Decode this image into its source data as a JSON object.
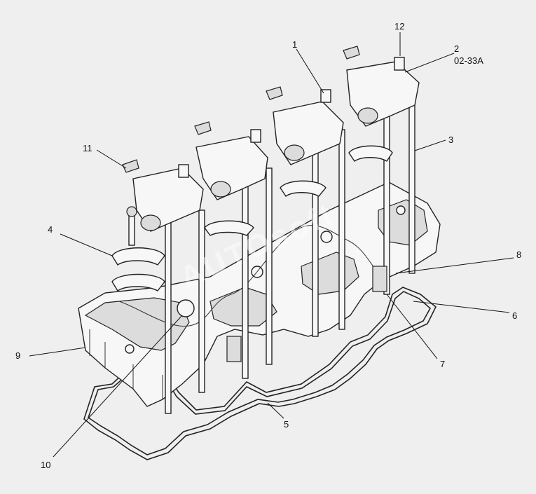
{
  "diagram": {
    "watermark": "AUTOsoft",
    "callouts": [
      {
        "id": "c1",
        "text": "1"
      },
      {
        "id": "c2",
        "text": "2"
      },
      {
        "id": "c2b",
        "text": "02-33A"
      },
      {
        "id": "c3",
        "text": "3"
      },
      {
        "id": "c4",
        "text": "4"
      },
      {
        "id": "c5",
        "text": "5"
      },
      {
        "id": "c6",
        "text": "6"
      },
      {
        "id": "c7",
        "text": "7"
      },
      {
        "id": "c8",
        "text": "8"
      },
      {
        "id": "c9",
        "text": "9"
      },
      {
        "id": "c10",
        "text": "10"
      },
      {
        "id": "c11",
        "text": "11"
      },
      {
        "id": "c12",
        "text": "12"
      }
    ]
  }
}
